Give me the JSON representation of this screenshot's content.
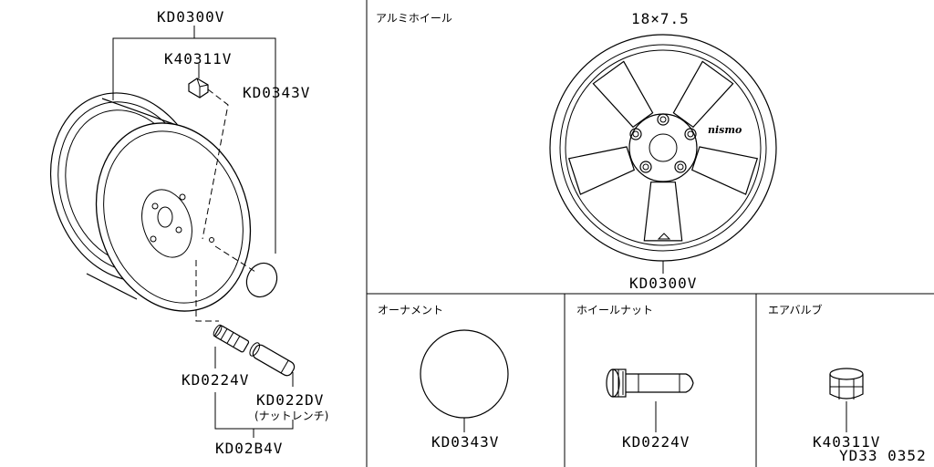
{
  "labels": {
    "wheel_assy": "KD0300V",
    "valve_top": "K40311V",
    "ornament_left": "KD0343V",
    "nut_left": "KD0224V",
    "wrench": "KD022DV",
    "wrench_note": "(ナットレンチ)",
    "set": "KD02B4V"
  },
  "alloy": {
    "title": "アルミホイール",
    "size": "18×7.5",
    "part": "KD0300V",
    "logo": "nismo"
  },
  "ornament": {
    "title": "オーナメント",
    "part": "KD0343V"
  },
  "wheel_nut": {
    "title": "ホイールナット",
    "part": "KD0224V"
  },
  "air_valve": {
    "title": "エアバルブ",
    "part": "K40311V"
  },
  "diagram_code": "YD33 0352"
}
